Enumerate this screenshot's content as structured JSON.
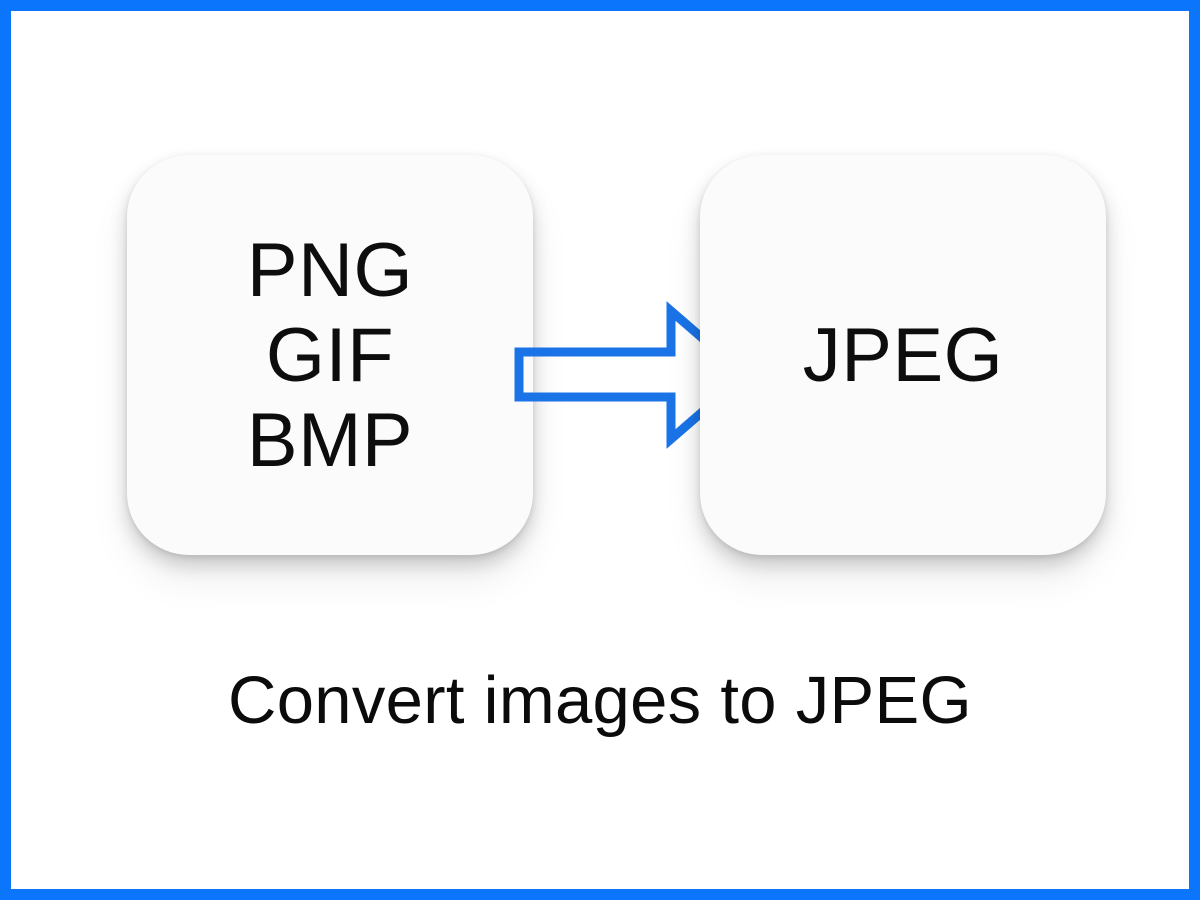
{
  "frame": {
    "border_color": "#0b76fc",
    "background_color": "#ffffff"
  },
  "diagram": {
    "source_card": {
      "name": "source-formats-card",
      "background_color": "#fbfbfb",
      "formats": [
        {
          "label": "PNG"
        },
        {
          "label": "GIF"
        },
        {
          "label": "BMP"
        }
      ]
    },
    "arrow": {
      "name": "conversion-arrow",
      "direction": "right",
      "stroke_color": "#1a74e8",
      "fill": "none"
    },
    "target_card": {
      "name": "target-format-card",
      "background_color": "#fbfbfb",
      "label": "JPEG"
    }
  },
  "caption": {
    "text": "Convert images to JPEG",
    "color": "#0b0b0b"
  }
}
